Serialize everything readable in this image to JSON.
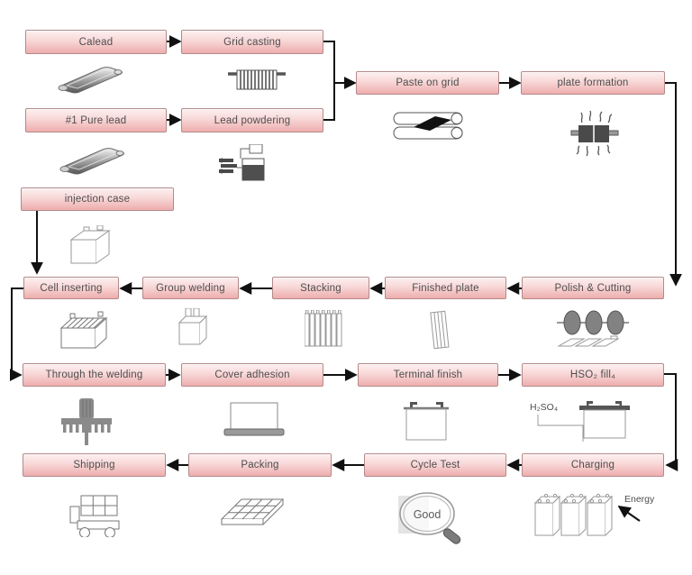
{
  "colors": {
    "box_fill_top": "#fdf0f0",
    "box_fill_bottom": "#eeadad",
    "box_border": "#b48a8a",
    "arrow": "#111111",
    "text": "#4e4e4e",
    "icon_gray": "#888888"
  },
  "nodes": {
    "calead": {
      "label": "Calead",
      "icon": "lead-ingot-icon"
    },
    "grid_casting": {
      "label": "Grid casting",
      "icon": "cast-grid-icon"
    },
    "pure_lead": {
      "label": "#1 Pure lead",
      "icon": "lead-ingot-icon"
    },
    "lead_powdering": {
      "label": "Lead powdering",
      "icon": "powder-mill-icon"
    },
    "paste_on_grid": {
      "label": "Paste on grid",
      "icon": "paste-rollers-icon"
    },
    "plate_formation": {
      "label": "plate formation",
      "icon": "curing-oven-icon"
    },
    "injection_case": {
      "label": "injection case",
      "icon": "battery-case-icon"
    },
    "cell_inserting": {
      "label": "Cell inserting",
      "icon": "filled-case-icon"
    },
    "group_welding": {
      "label": "Group welding",
      "icon": "welded-group-icon"
    },
    "stacking": {
      "label": "Stacking",
      "icon": "plate-stack-icon"
    },
    "finished_plate": {
      "label": "Finished plate",
      "icon": "single-plate-icon"
    },
    "polish_cutting": {
      "label": "Polish & Cutting",
      "icon": "polishing-wheels-icon"
    },
    "through_welding": {
      "label": "Through the welding",
      "icon": "welding-tool-icon"
    },
    "cover_adhesion": {
      "label": "Cover adhesion",
      "icon": "cover-base-icon"
    },
    "terminal_finish": {
      "label": "Terminal finish",
      "icon": "battery-terminals-icon"
    },
    "hso_fill": {
      "label": "HSO₂ fill₄",
      "icon": "acid-fill-icon"
    },
    "shipping": {
      "label": "Shipping",
      "icon": "forklift-icon"
    },
    "packing": {
      "label": "Packing",
      "icon": "pallet-icon"
    },
    "cycle_test": {
      "label": "Cycle Test",
      "icon": "magnifier-good-icon"
    },
    "charging": {
      "label": "Charging",
      "icon": "battery-bank-icon"
    }
  },
  "annotations": {
    "h2so4": "H₂SO₄",
    "energy": "Energy",
    "good": "Good"
  },
  "edges": [
    {
      "from": "calead",
      "to": "grid_casting"
    },
    {
      "from": "pure_lead",
      "to": "lead_powdering"
    },
    {
      "from": "grid_casting",
      "to": "paste_on_grid"
    },
    {
      "from": "lead_powdering",
      "to": "paste_on_grid"
    },
    {
      "from": "paste_on_grid",
      "to": "plate_formation"
    },
    {
      "from": "plate_formation",
      "to": "polish_cutting"
    },
    {
      "from": "polish_cutting",
      "to": "finished_plate"
    },
    {
      "from": "finished_plate",
      "to": "stacking"
    },
    {
      "from": "stacking",
      "to": "group_welding"
    },
    {
      "from": "group_welding",
      "to": "cell_inserting"
    },
    {
      "from": "injection_case",
      "to": "cell_inserting"
    },
    {
      "from": "cell_inserting",
      "to": "through_welding"
    },
    {
      "from": "through_welding",
      "to": "cover_adhesion"
    },
    {
      "from": "cover_adhesion",
      "to": "terminal_finish"
    },
    {
      "from": "terminal_finish",
      "to": "hso_fill"
    },
    {
      "from": "hso_fill",
      "to": "charging"
    },
    {
      "from": "charging",
      "to": "cycle_test"
    },
    {
      "from": "cycle_test",
      "to": "packing"
    },
    {
      "from": "packing",
      "to": "shipping"
    }
  ]
}
